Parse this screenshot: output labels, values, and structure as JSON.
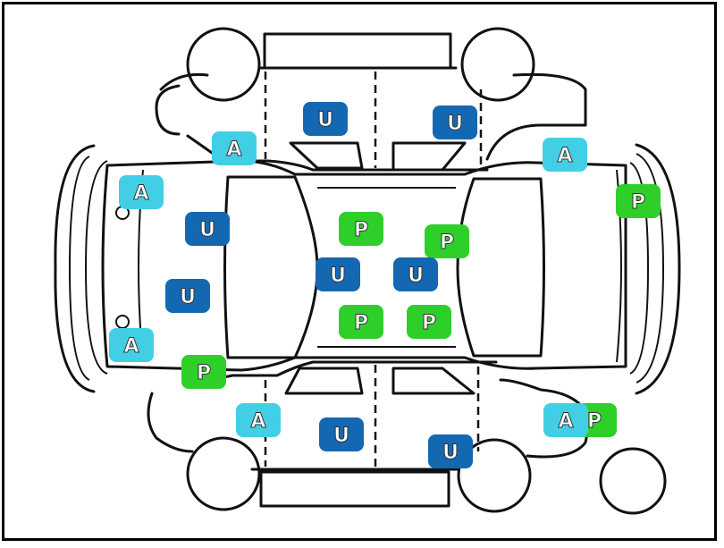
{
  "colors": {
    "A": "#42cfe6",
    "U": "#1468b2",
    "P": "#2fcf2a",
    "outline": "#111111"
  },
  "marker_labels": {
    "A": "A",
    "U": "U",
    "P": "P"
  },
  "markers": [
    {
      "type": "U"
    },
    {
      "type": "U"
    },
    {
      "type": "A"
    },
    {
      "type": "A"
    },
    {
      "type": "A"
    },
    {
      "type": "P"
    },
    {
      "type": "U"
    },
    {
      "type": "P"
    },
    {
      "type": "P"
    },
    {
      "type": "U"
    },
    {
      "type": "U"
    },
    {
      "type": "U"
    },
    {
      "type": "P"
    },
    {
      "type": "P"
    },
    {
      "type": "A"
    },
    {
      "type": "P"
    },
    {
      "type": "A"
    },
    {
      "type": "U"
    },
    {
      "type": "U"
    },
    {
      "type": "P"
    },
    {
      "type": "A"
    }
  ]
}
